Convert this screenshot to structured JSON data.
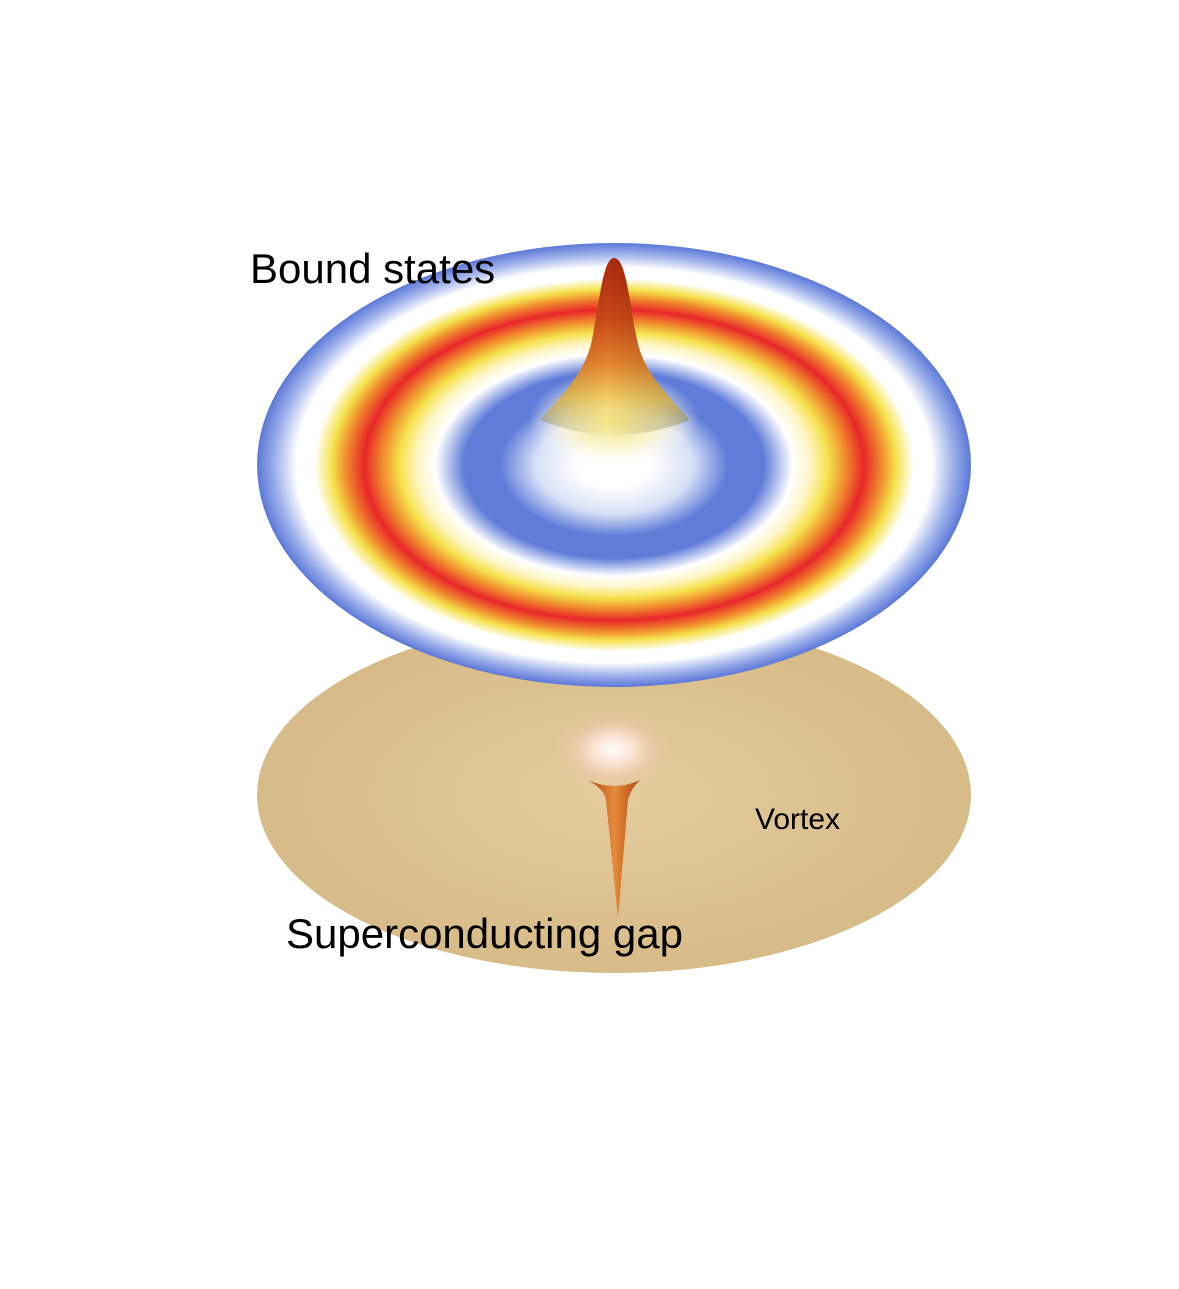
{
  "labels": {
    "bound_states": "Bound states",
    "vortex": "Vortex",
    "superconducting_gap": "Superconducting gap"
  },
  "colors": {
    "background": "#ffffff",
    "upper_disc_base": "#5b78d8",
    "ring_white": "#ffffff",
    "ring_yellow": "#f7e24a",
    "ring_red": "#e8262a",
    "lower_disc": "#dcc18f",
    "peak_top": "#b5310f",
    "peak_mid": "#e0782a",
    "peak_base": "#f2e47a",
    "spike": "#d9752c"
  }
}
